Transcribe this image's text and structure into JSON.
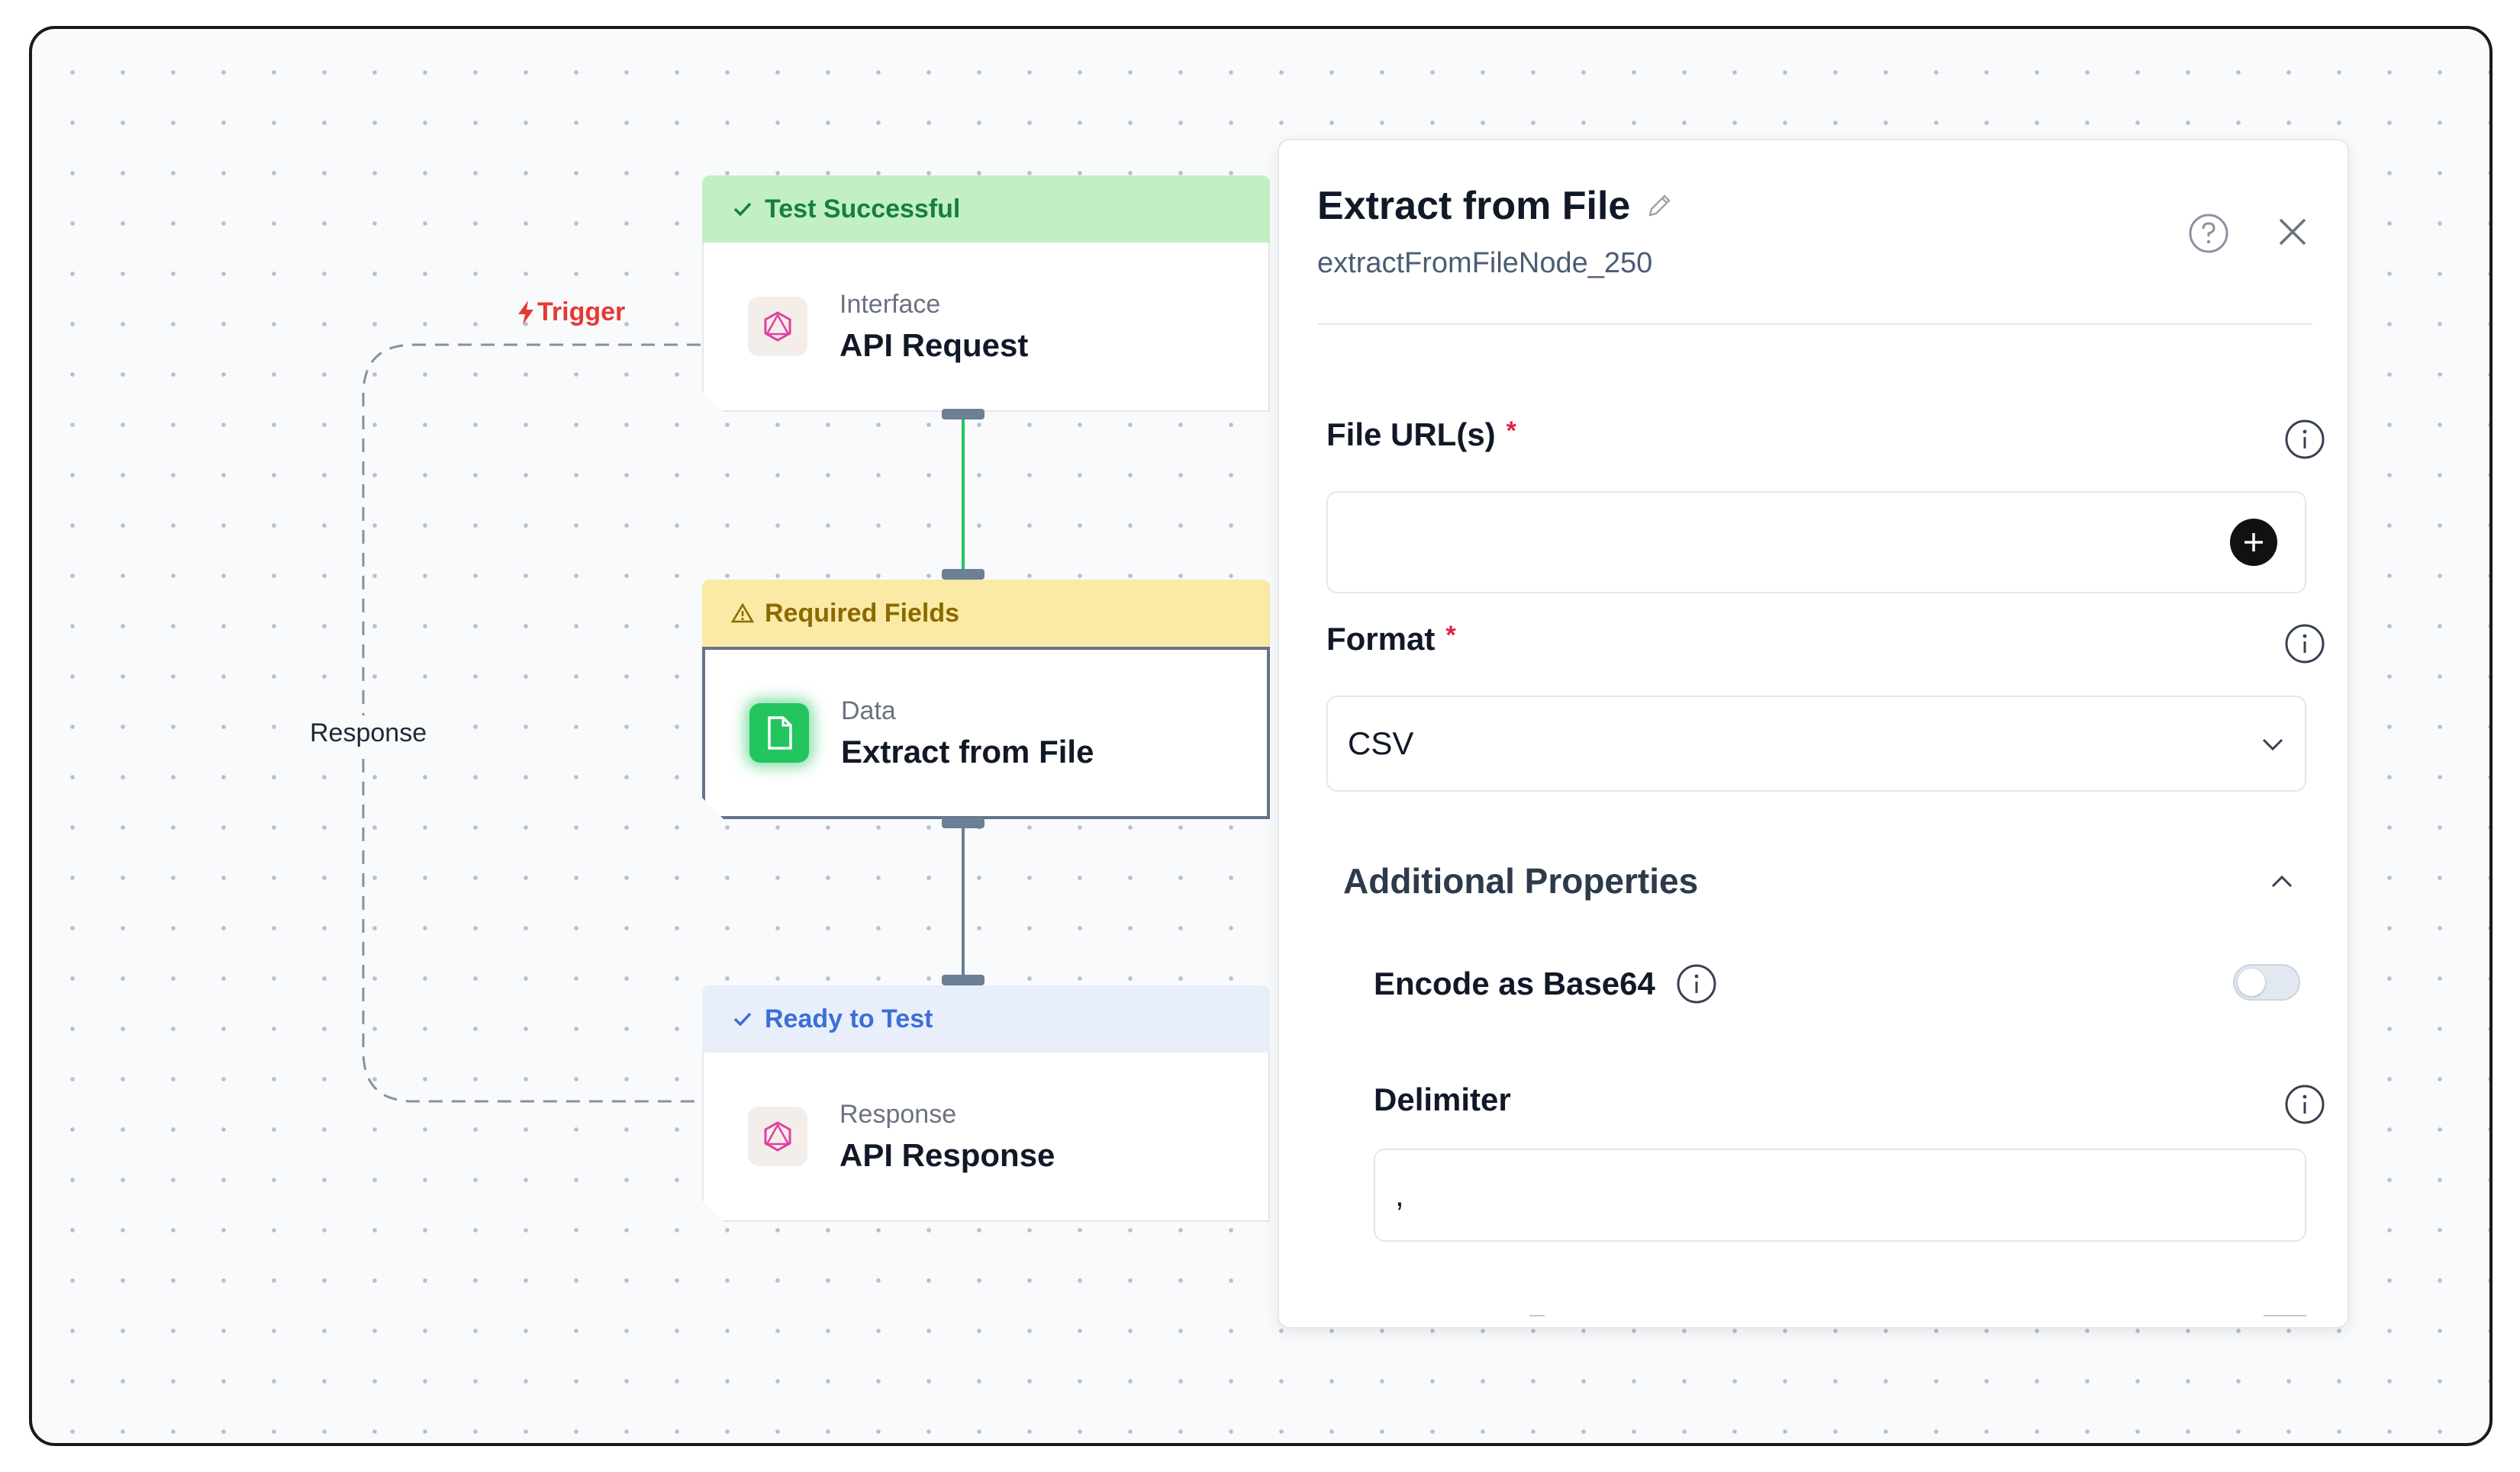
{
  "canvas": {
    "edge_labels": {
      "trigger": "Trigger",
      "response": "Response"
    }
  },
  "nodes": [
    {
      "status": "Test Successful",
      "status_icon": "check-icon",
      "kind": "Interface",
      "title": "API Request",
      "icon": "graphql-icon"
    },
    {
      "status": "Required Fields",
      "status_icon": "warning-icon",
      "kind": "Data",
      "title": "Extract from File",
      "icon": "file-icon"
    },
    {
      "status": "Ready to Test",
      "status_icon": "check-icon",
      "kind": "Response",
      "title": "API Response",
      "icon": "graphql-icon"
    }
  ],
  "panel": {
    "title": "Extract from File",
    "node_id": "extractFromFileNode_250",
    "fields": {
      "file_urls": {
        "label": "File URL(s)",
        "required_mark": "*",
        "value": ""
      },
      "format": {
        "label": "Format",
        "required_mark": "*",
        "value": "CSV"
      }
    },
    "additional": {
      "title": "Additional Properties",
      "encode_base64": {
        "label": "Encode as Base64",
        "enabled": false
      },
      "delimiter": {
        "label": "Delimiter",
        "value": ","
      }
    }
  },
  "colors": {
    "success": "#c2f0c2",
    "warning": "#fbeaa6",
    "ready": "#e8effb",
    "trigger": "#e53935",
    "edge_active": "#22c55e",
    "edge_idle": "#6b7f95"
  }
}
